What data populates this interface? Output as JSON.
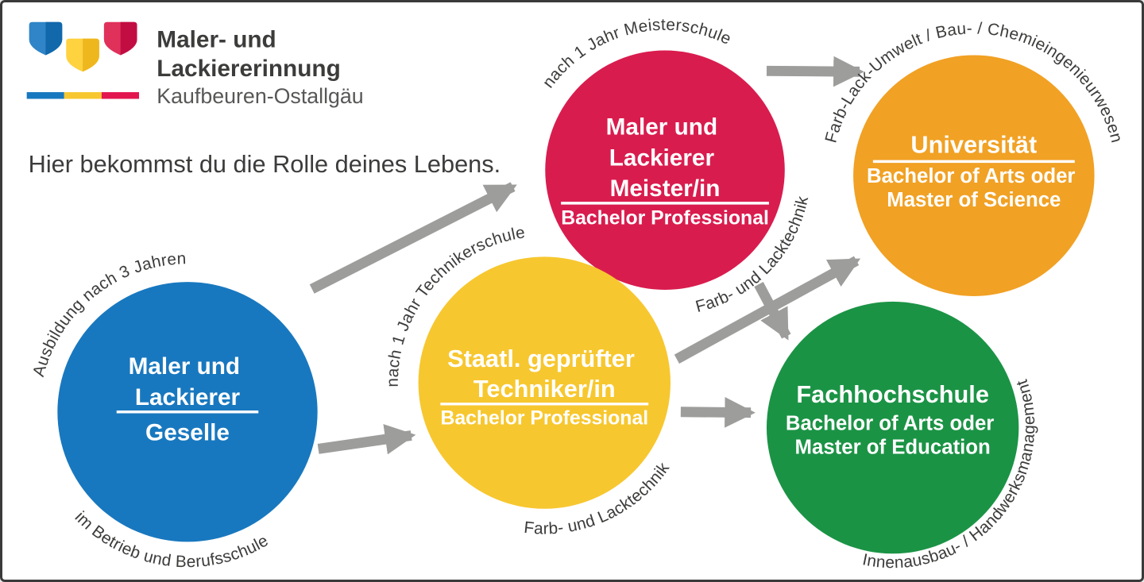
{
  "canvas": {
    "background": "#FFFFFF",
    "border_color": "#3A3A3B"
  },
  "logo": {
    "title_line1": "Maler- und",
    "title_line2": "Lackiererinnung",
    "subtitle": "Kaufbeuren-Ostallgäu",
    "title_color": "#3C3C3B",
    "subtitle_color": "#575756",
    "shields": [
      {
        "id": "blue",
        "light": "#2F85C7",
        "dark": "#1168AB"
      },
      {
        "id": "yellow",
        "light": "#FFD23F",
        "dark": "#EFB71E"
      },
      {
        "id": "red",
        "light": "#E0315B",
        "dark": "#C20D43"
      }
    ],
    "bar_colors": [
      "#1878BF",
      "#F7C72F",
      "#E3174F"
    ]
  },
  "heading": {
    "text": "Hier bekommst du die Rolle deines Lebens.",
    "color": "#3C3C3B"
  },
  "diagram": {
    "arrow_color": "#9D9D9C",
    "divider_color": "#FFFFFF",
    "label_color": "#3C3C3B",
    "node_text_color": "#FFFFFF",
    "nodes": [
      {
        "id": "geselle",
        "color": "#1878BF",
        "lines": [
          "Maler und",
          "Lackierer"
        ],
        "sub_lines": [
          "Geselle"
        ],
        "divider": true,
        "label_top": "Ausbildung nach 3 Jahren",
        "label_bottom": "im Betrieb und Berufsschule"
      },
      {
        "id": "techniker",
        "color": "#F7C72F",
        "lines": [
          "Staatl. geprüfter",
          "Techniker/in"
        ],
        "sub_lines": [
          "Bachelor Professional"
        ],
        "divider": true,
        "label_top": "nach 1 Jahr Technikerschule",
        "label_bottom": "Farb- und Lacktechnik"
      },
      {
        "id": "meister",
        "color": "#D91C4E",
        "lines": [
          "Maler und",
          "Lackierer",
          "Meister/in"
        ],
        "sub_lines": [
          "Bachelor Professional"
        ],
        "divider": true,
        "label_top": "nach 1 Jahr Meisterschule",
        "label_bottom": "Farb- und Lacktechnik"
      },
      {
        "id": "universitaet",
        "color": "#F1A124",
        "lines": [
          "Universität"
        ],
        "sub_lines": [
          "Bachelor of Arts oder",
          "Master of Science"
        ],
        "divider": true,
        "label_around": "Farb-Lack-Umwelt / Bau- / Chemieingenieurwesen"
      },
      {
        "id": "fachhochschule",
        "color": "#1B9345",
        "lines": [
          "Fachhochschule"
        ],
        "sub_lines": [
          "Bachelor of Arts oder",
          "Master of Education"
        ],
        "divider": false,
        "label_bottom": "Innenausbau- / Handwerksmanagement"
      }
    ],
    "arrows": [
      {
        "from": "geselle",
        "to": "meister"
      },
      {
        "from": "geselle",
        "to": "techniker"
      },
      {
        "from": "meister",
        "to": "universitaet"
      },
      {
        "from": "techniker",
        "to": "universitaet"
      },
      {
        "from": "meister",
        "to": "fachhochschule"
      },
      {
        "from": "techniker",
        "to": "fachhochschule"
      }
    ]
  }
}
